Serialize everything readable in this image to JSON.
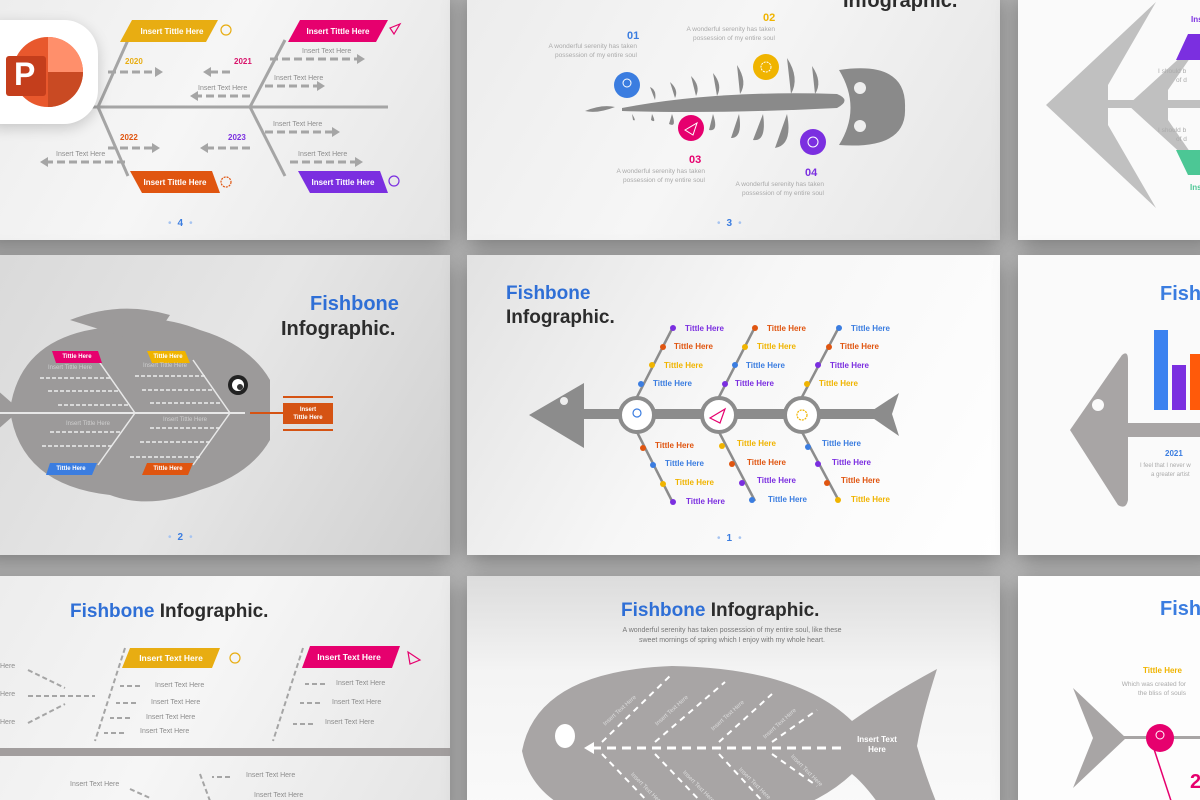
{
  "app": {
    "name": "PowerPoint",
    "icon": "powerpoint-logo-icon",
    "letter": "P",
    "colors": {
      "dark": "#c43e1c",
      "mid": "#e8582d",
      "light": "#ff8f6b"
    }
  },
  "colors": {
    "blue": "#3b7de0",
    "magenta": "#e6006e",
    "yellow": "#f0b400",
    "orange": "#e05510",
    "purple": "#7b2fe0",
    "green": "#4cc795",
    "grey": "#a29e9e"
  },
  "slides": {
    "s4": {
      "page": "4",
      "tags": [
        "Insert Tittle Here",
        "Insert Tittle Here",
        "Insert Tittle Here",
        "Insert Tittle Here"
      ],
      "years": [
        "2020",
        "2021",
        "2022",
        "2023"
      ],
      "texts": [
        "Insert Text Here",
        "Insert Text Here",
        "Insert Text Here",
        "Insert Text Here",
        "Insert Text Here",
        "Insert Text Here",
        "Insert Text Here"
      ]
    },
    "s3": {
      "title_dark": "Infographic.",
      "page": "3",
      "items": [
        {
          "num": "01",
          "desc1": "A wonderful serenity has taken",
          "desc2": "possession of my entire soul"
        },
        {
          "num": "02",
          "desc1": "A wonderful serenity has taken",
          "desc2": "possession of my entire soul"
        },
        {
          "num": "03",
          "desc1": "A wonderful serenity has taken",
          "desc2": "possession of my entire soul"
        },
        {
          "num": "04",
          "desc1": "A wonderful serenity has taken",
          "desc2": "possession of my entire soul"
        }
      ]
    },
    "s_tr": {
      "text1": "Ins",
      "desc1": "I should b",
      "desc1b": "of d",
      "desc2": "I should b",
      "desc2b": "of d",
      "text2": "Ins"
    },
    "s2": {
      "title_blue": "Fishbone",
      "title_dark": "Infographic.",
      "page": "2",
      "tags": [
        "Tittle Here",
        "Tittle Here",
        "Tittle Here",
        "Tittle Here"
      ],
      "head_box": [
        "Insert",
        "Tittle Here"
      ],
      "bone_text": "Insert Tittle Here"
    },
    "s1": {
      "title_blue": "Fishbone",
      "title_dark": "Infographic.",
      "page": "1",
      "item_label": "Tittle Here"
    },
    "s_mr": {
      "title_blue": "Fish",
      "year": "2021",
      "desc1": "I feel that I never w",
      "desc2": "a greater artist"
    },
    "s_bl": {
      "title_blue": "Fishbone",
      "title_dark": "Infographic.",
      "tags": [
        "Insert Text Here",
        "Insert Text Here"
      ],
      "text": "Insert Text Here",
      "side": "Here"
    },
    "s_bm": {
      "title_blue": "Fishbone",
      "title_dark": "Infographic.",
      "subtitle1": "A wonderful serenity has taken possession of my entire soul, like these",
      "subtitle2": "sweet mornings of spring which I enjoy with my whole heart.",
      "head_text1": "Insert Text",
      "head_text2": "Here",
      "bone_text": "Insert Text Here"
    },
    "s_br": {
      "title_blue": "Fish",
      "item_title": "Tittle Here",
      "desc1": "Which was created for",
      "desc2": "the bliss of souls",
      "num": "2"
    }
  }
}
